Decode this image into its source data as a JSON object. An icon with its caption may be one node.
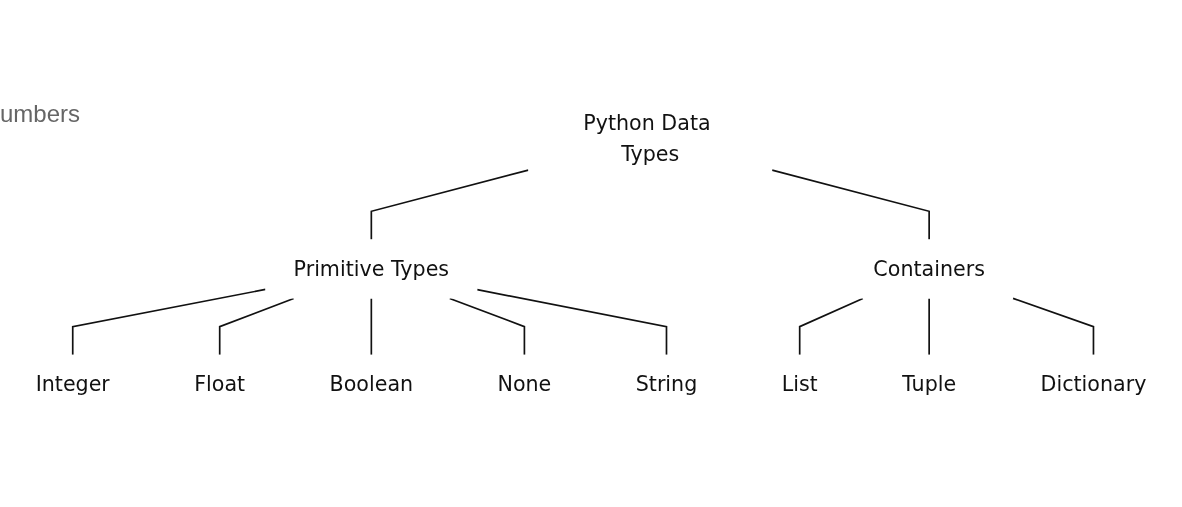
{
  "diagram": {
    "nodes": [
      {
        "text": [
          "Python Data Types"
        ]
      },
      {
        "text": [
          "Primitive Types"
        ]
      },
      {
        "text": [
          "Containers"
        ]
      },
      {
        "text": [
          "Integer"
        ]
      },
      {
        "text": [
          "Float"
        ]
      },
      {
        "text": [
          "Boolean"
        ]
      },
      {
        "text": [
          "None"
        ]
      },
      {
        "text": [
          "String"
        ]
      },
      {
        "text": [
          "List"
        ]
      },
      {
        "text": [
          "Tuple"
        ]
      },
      {
        "text": [
          "Dictionary"
        ]
      }
    ],
    "edges": [
      {
        "from": 0,
        "to": 1,
        "arrow": "none"
      },
      {
        "from": 0,
        "to": 2,
        "arrow": "none"
      },
      {
        "from": 1,
        "to": 3,
        "arrow": "none"
      },
      {
        "from": 1,
        "to": 4,
        "arrow": "none"
      },
      {
        "from": 1,
        "to": 5,
        "arrow": "none"
      },
      {
        "from": 1,
        "to": 6,
        "arrow": "none"
      },
      {
        "from": 1,
        "to": 7,
        "arrow": "none"
      },
      {
        "from": 2,
        "to": 8,
        "arrow": "none"
      },
      {
        "from": 2,
        "to": 9,
        "arrow": "none"
      },
      {
        "from": 2,
        "to": 10,
        "arrow": "none"
      }
    ],
    "labels": [
      "umbers"
    ]
  }
}
